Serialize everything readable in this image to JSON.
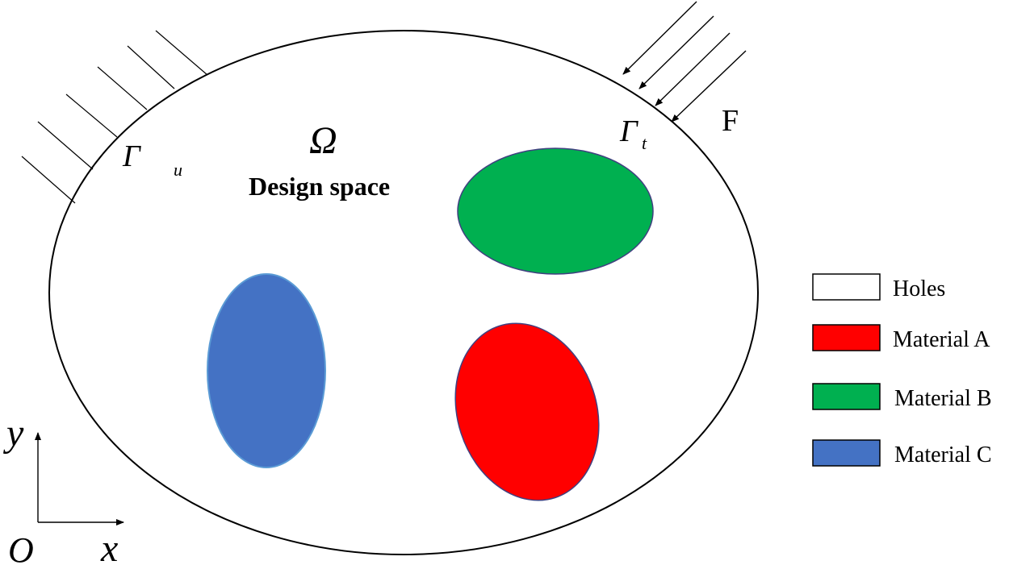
{
  "domain_labels": {
    "omega": "Ω",
    "design_space": "Design space",
    "gamma_u_main": "Γ",
    "gamma_u_sub": "u",
    "gamma_t_main": "Γ",
    "gamma_t_sub": "t",
    "force": "F"
  },
  "axes": {
    "y": "y",
    "x": "x",
    "origin": "O"
  },
  "legend": [
    {
      "label": "Holes",
      "color": "#ffffff"
    },
    {
      "label": "Material A",
      "color": "#ff0000"
    },
    {
      "label": "Material B",
      "color": "#00b050"
    },
    {
      "label": "Material C",
      "color": "#4472c4"
    }
  ],
  "colors": {
    "material_a": "#ff0000",
    "material_b": "#00b050",
    "material_c": "#4472c4",
    "material_c_border": "#5b9bd5",
    "inclusion_border": "#404080",
    "outline": "#000000"
  }
}
